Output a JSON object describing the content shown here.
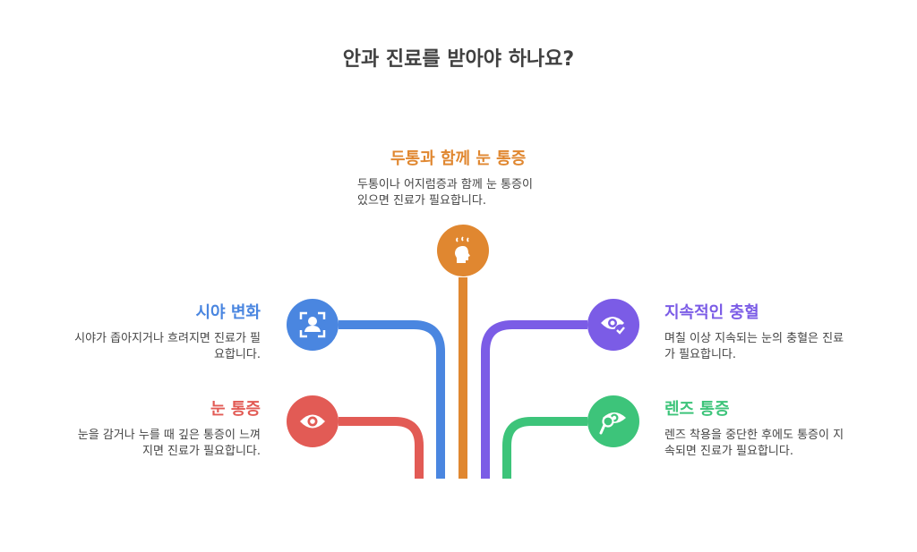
{
  "title": "안과 진료를 받아야 하나요?",
  "colors": {
    "orange": "#E08730",
    "blue": "#4A86E0",
    "red": "#E25B55",
    "purple": "#7B5CE6",
    "green": "#3DC47A"
  },
  "items": [
    {
      "heading": "두통과 함께 눈 통증",
      "desc_line1": "두통이나 어지럼증과 함께 눈 통증이",
      "desc_line2": "있으면 진료가 필요합니다.",
      "icon": "head-pain-icon",
      "color": "#E08730"
    },
    {
      "heading": "시야 변화",
      "desc_line1": "시야가 좁아지거나 흐려지면 진료가 필",
      "desc_line2": "요합니다.",
      "icon": "user-focus-icon",
      "color": "#4A86E0"
    },
    {
      "heading": "눈 통증",
      "desc_line1": "눈을 감거나 누를 때 깊은 통증이 느껴",
      "desc_line2": "지면 진료가 필요합니다.",
      "icon": "eye-icon",
      "color": "#E25B55"
    },
    {
      "heading": "지속적인 충혈",
      "desc_line1": "며칠 이상 지속되는 눈의 충혈은 진료",
      "desc_line2": "가 필요합니다.",
      "icon": "eye-check-icon",
      "color": "#7B5CE6"
    },
    {
      "heading": "렌즈 통증",
      "desc_line1": "렌즈 착용을 중단한 후에도 통증이 지",
      "desc_line2": "속되면 진료가 필요합니다.",
      "icon": "eye-magnifier-icon",
      "color": "#3DC47A"
    }
  ]
}
